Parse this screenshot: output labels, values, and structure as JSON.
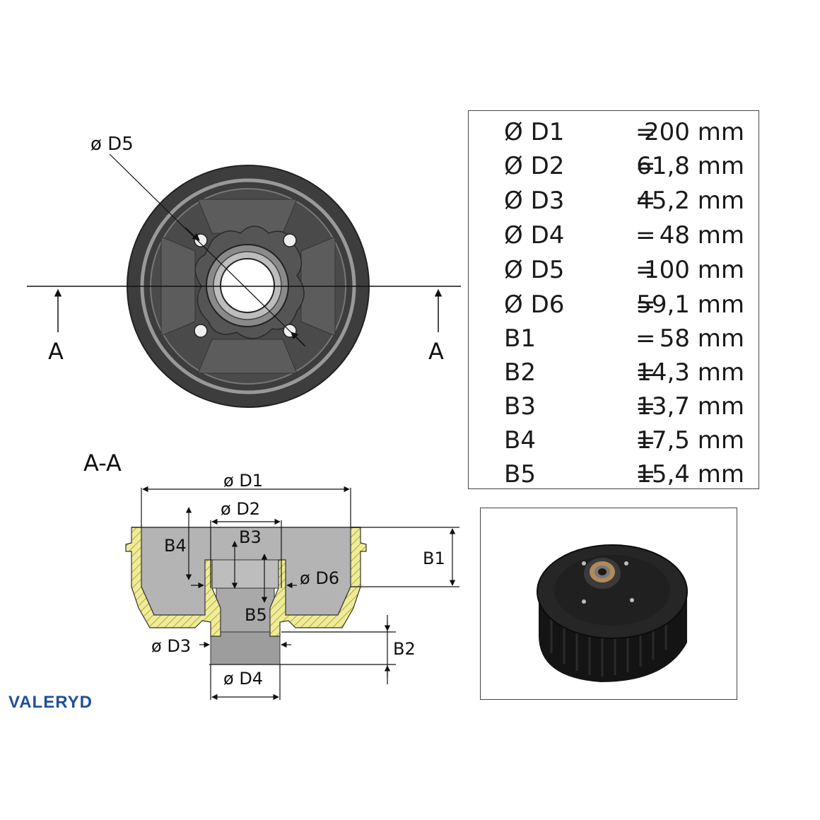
{
  "front_view": {
    "d5_label": "ø D5",
    "section_left": "A",
    "section_right": "A"
  },
  "section_view": {
    "title": "A-A",
    "d1": "ø D1",
    "d2": "ø D2",
    "b3": "B3",
    "b4": "B4",
    "b1": "B1",
    "d6": "ø D6",
    "b5": "B5",
    "d3": "ø D3",
    "b2": "B2",
    "d4": "ø D4"
  },
  "specs": [
    {
      "key": "Ø D1",
      "eq": "=",
      "value": "200 mm"
    },
    {
      "key": "Ø D2",
      "eq": "=",
      "value": "61,8 mm"
    },
    {
      "key": "Ø D3",
      "eq": "=",
      "value": "45,2 mm"
    },
    {
      "key": "Ø D4",
      "eq": "=",
      "value": "48 mm"
    },
    {
      "key": "Ø D5",
      "eq": "=",
      "value": "100 mm"
    },
    {
      "key": "Ø D6",
      "eq": "=",
      "value": "59,1 mm"
    },
    {
      "key": "B1",
      "eq": "=",
      "value": "58 mm"
    },
    {
      "key": "B2",
      "eq": "=",
      "value": "14,3 mm"
    },
    {
      "key": "B3",
      "eq": "=",
      "value": "13,7 mm"
    },
    {
      "key": "B4",
      "eq": "=",
      "value": "17,5 mm"
    },
    {
      "key": "B5",
      "eq": "=",
      "value": "15,4 mm"
    }
  ],
  "brand": "VALERYD",
  "colors": {
    "drum_dark": "#3a3a3a",
    "drum_ring": "#8a8a8a",
    "section_fill": "#ececa0",
    "section_gray": "#b4b4b4",
    "brand_blue": "#1f4f9c"
  }
}
